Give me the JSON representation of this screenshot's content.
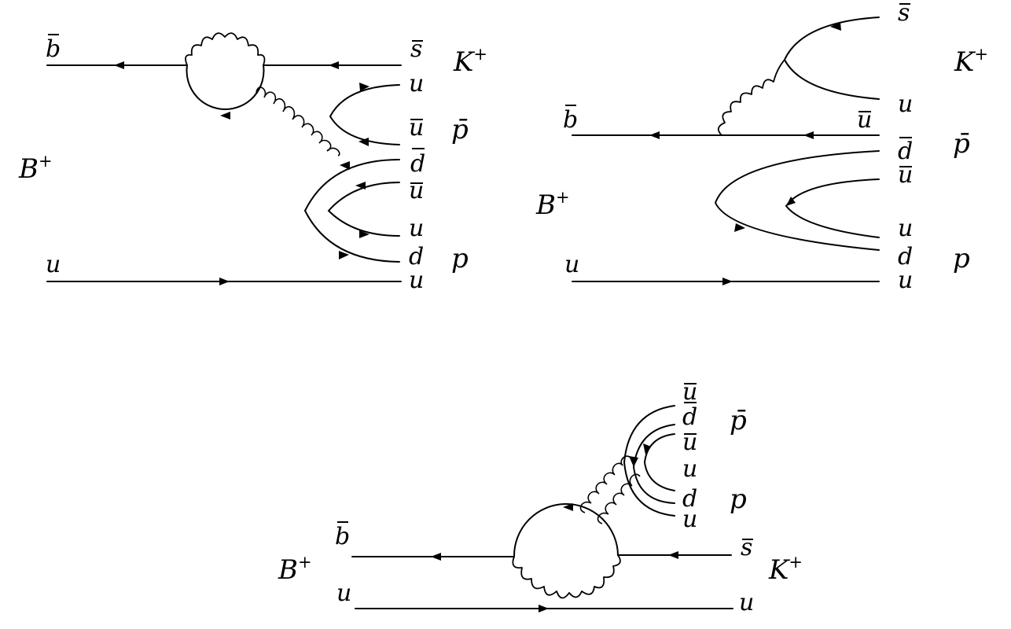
{
  "diagrams": [
    {
      "id": "penguin-top-left",
      "mesons": {
        "initial": "B",
        "initial_charge": "+",
        "kaon": "K",
        "kaon_charge": "+",
        "antiproton": "p̄",
        "proton": "p"
      },
      "quarks": {
        "b": "b",
        "s": "s",
        "u1": "u",
        "ubar1": "u",
        "dbar": "d",
        "ubar2": "u",
        "u2": "u",
        "d": "d",
        "u3": "u",
        "spectator_in": "u",
        "spectator_out": "u"
      }
    },
    {
      "id": "tree-top-right",
      "mesons": {
        "initial": "B",
        "initial_charge": "+",
        "kaon": "K",
        "kaon_charge": "+",
        "antiproton": "p̄",
        "proton": "p"
      },
      "quarks": {
        "s": "s",
        "u": "u",
        "b": "b",
        "ubar_on_line": "u",
        "dbar": "d",
        "ubar": "u",
        "u2": "u",
        "d": "d",
        "spectator_in": "u",
        "spectator_out": "u"
      }
    },
    {
      "id": "penguin-bottom",
      "mesons": {
        "initial": "B",
        "initial_charge": "+",
        "kaon": "K",
        "kaon_charge": "+",
        "antiproton": "p̄",
        "proton": "p"
      },
      "quarks": {
        "ubar_top": "u",
        "dbar": "d",
        "ubar": "u",
        "u": "u",
        "d": "d",
        "u_bottom": "u",
        "b": "b",
        "s": "s",
        "spectator_in": "u",
        "spectator_out": "u"
      }
    }
  ]
}
